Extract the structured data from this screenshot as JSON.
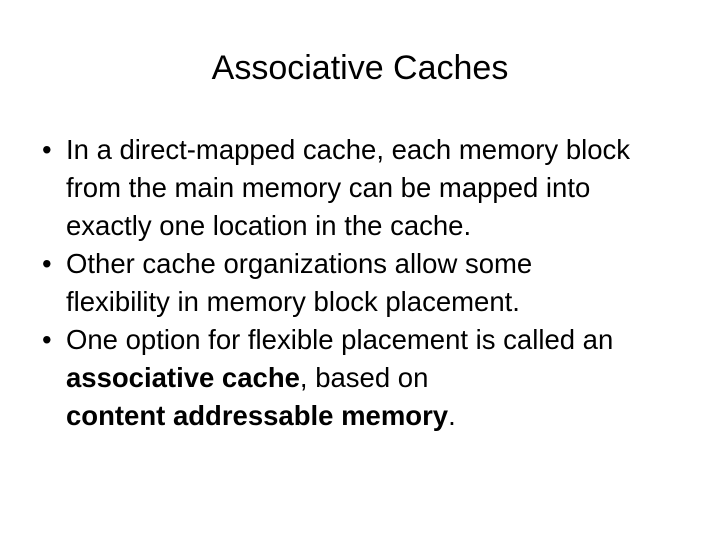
{
  "slide": {
    "title": "Associative Caches",
    "background_color": "#ffffff",
    "text_color": "#000000",
    "bullet_glyph": "•",
    "bullets": [
      {
        "id": "bullet-direct-mapped",
        "marker": "•",
        "lines": [
          [
            {
              "text": "In a direct-mapped cache, each memory block",
              "bold": false
            }
          ],
          [
            {
              "text": "from the main memory can be mapped into",
              "bold": false
            }
          ],
          [
            {
              "text": "exactly one location in the cache.",
              "bold": false
            }
          ]
        ],
        "plain_text": "In a direct-mapped cache, each memory block from the main memory can be mapped into exactly one location in the cache."
      },
      {
        "id": "bullet-other-organizations",
        "marker": "•",
        "lines": [
          [
            {
              "text": "Other cache organizations allow some",
              "bold": false
            }
          ],
          [
            {
              "text": "flexibility in memory block placement.",
              "bold": false
            }
          ]
        ],
        "plain_text": "Other cache organizations allow some flexibility in memory block placement."
      },
      {
        "id": "bullet-associative-cache",
        "marker": "•",
        "lines": [
          [
            {
              "text": "One option for flexible placement is called an",
              "bold": false
            }
          ],
          [
            {
              "text": "associative cache",
              "bold": true
            },
            {
              "text": ", based on",
              "bold": false
            }
          ],
          [
            {
              "text": "content addressable memory",
              "bold": true
            },
            {
              "text": ".",
              "bold": false
            }
          ]
        ],
        "plain_text": "One option for flexible placement is called an associative cache, based on content addressable memory."
      }
    ]
  }
}
